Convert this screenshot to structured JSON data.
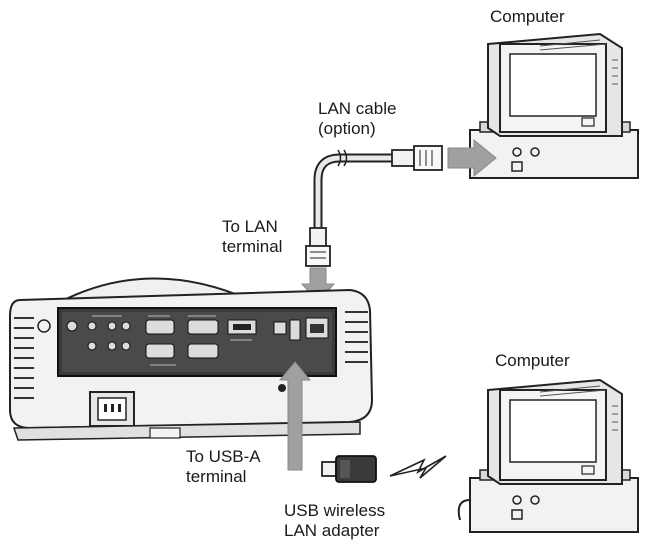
{
  "labels": {
    "computer_top": "Computer",
    "computer_bottom": "Computer",
    "lan_cable_line1": "LAN cable",
    "lan_cable_line2": "(option)",
    "to_lan_line1": "To LAN",
    "to_lan_line2": "terminal",
    "to_usb_line1": "To USB-A",
    "to_usb_line2": "terminal",
    "usb_adapter_line1": "USB wireless",
    "usb_adapter_line2": "LAN adapter"
  },
  "colors": {
    "outline": "#222222",
    "device_fill": "#f2f2f2",
    "panel_fill": "#3a3a3a",
    "arrow_fill": "#9a9a9a",
    "shade": "#d0d0d0"
  }
}
